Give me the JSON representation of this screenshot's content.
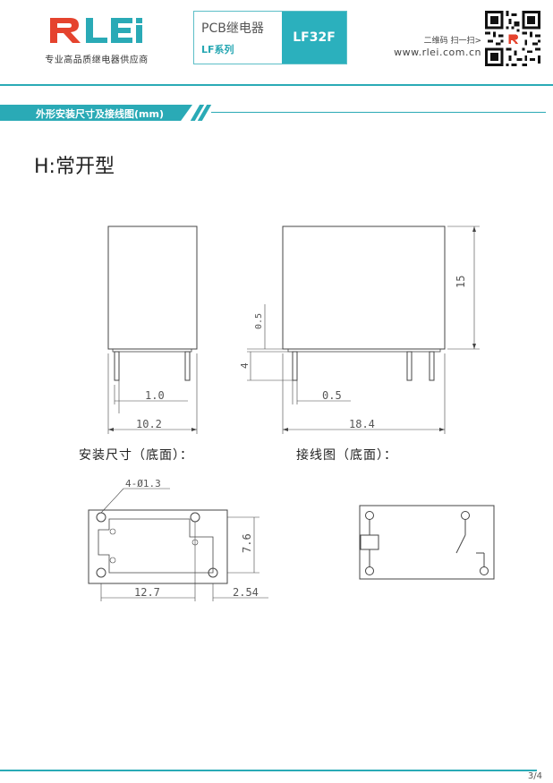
{
  "header": {
    "brand_name": "RLEi",
    "brand_tagline": "专业高品质继电器供应商",
    "product_category": "PCB继电器",
    "product_series": "LF系列",
    "product_model": "LF32F",
    "scan_hint": "二维码 扫一扫>",
    "website": "www.rlei.com.cn"
  },
  "section": {
    "title": "外形安装尺寸及接线图(mm)"
  },
  "page": {
    "type_title": "H:常开型",
    "caption_mounting": "安装尺寸（底面）：",
    "caption_wiring": "接线图（底面）：",
    "page_number": "3/4"
  },
  "dimensions": {
    "front_pin_spacing": "1.0",
    "front_width": "10.2",
    "side_height": "15",
    "side_body_offset": "0.5",
    "side_pin_length": "4",
    "side_pin_gap": "0.5",
    "side_length": "18.4",
    "hole_spec": "4-Ø1.3",
    "hole_pitch_x": "12.7",
    "hole_pitch_y": "7.6",
    "hole_offset": "2.54"
  },
  "colors": {
    "accent": "#2aaab6",
    "brand_red": "#e5432e",
    "line": "#444444"
  }
}
